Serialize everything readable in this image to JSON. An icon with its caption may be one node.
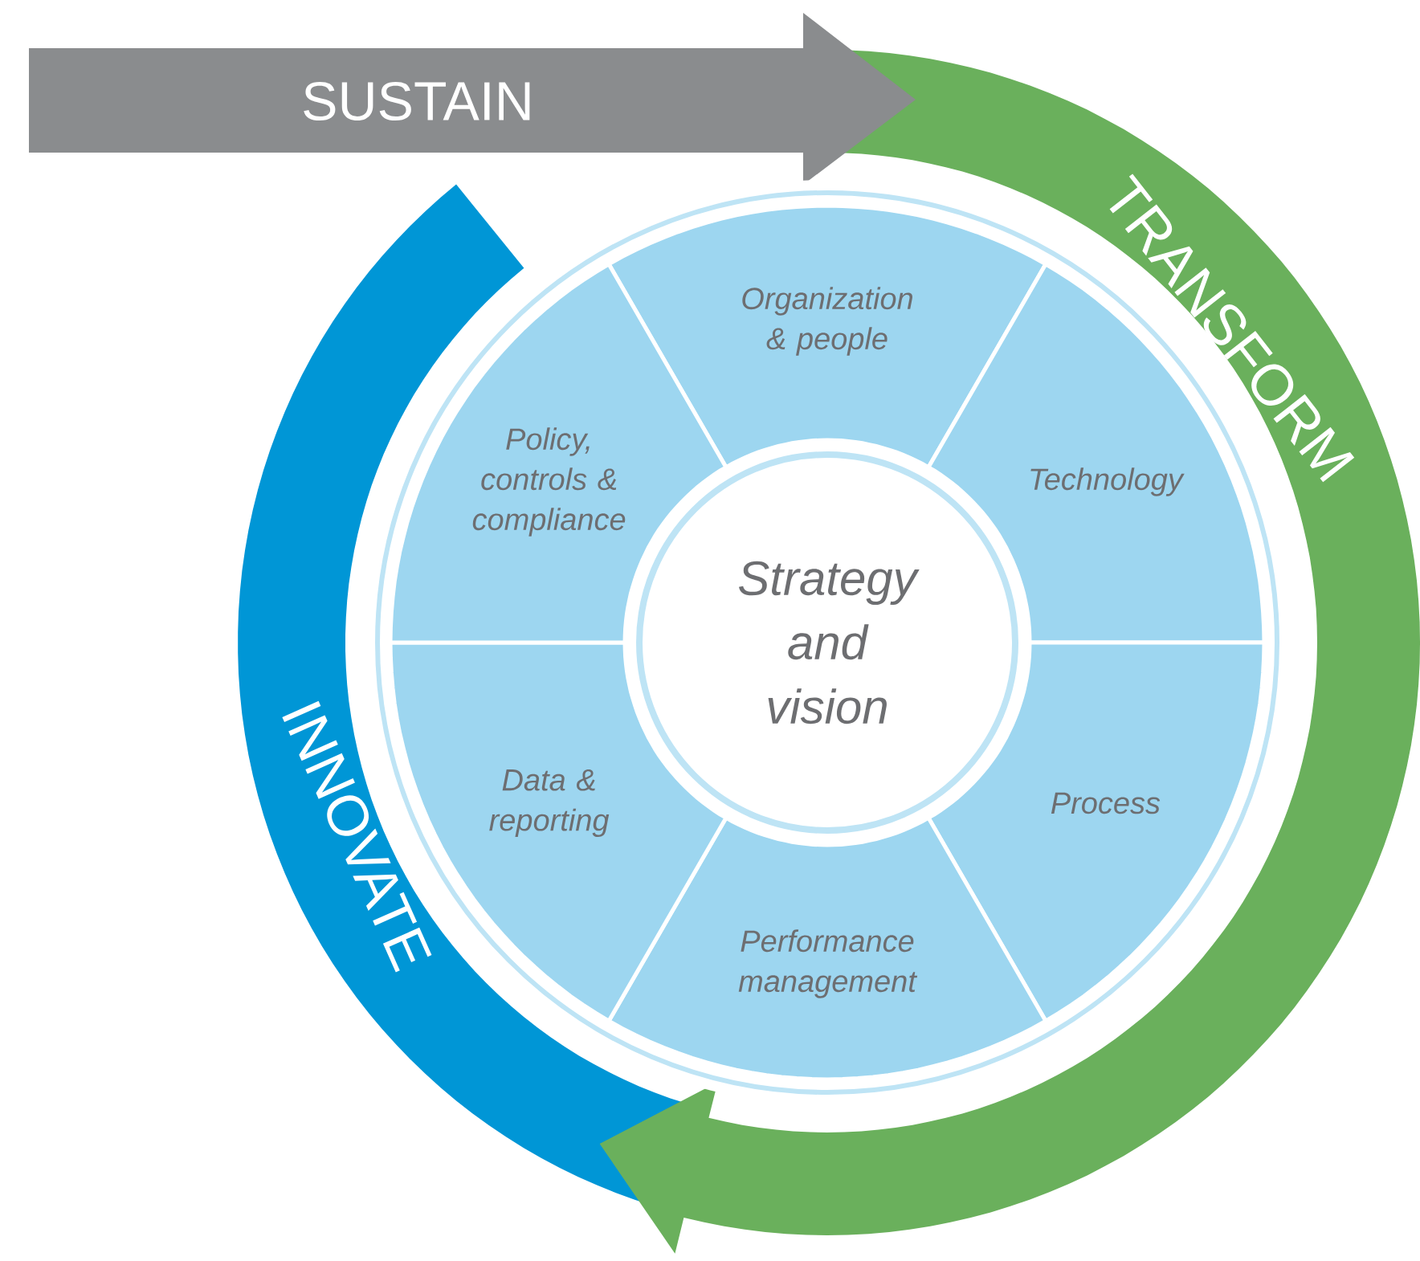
{
  "diagram": {
    "nodes": [
      {
        "text": [
          "SUSTAIN"
        ]
      },
      {
        "text": [
          "TRANSFORM"
        ]
      },
      {
        "text": [
          "INNOVATE"
        ]
      },
      {
        "text": [
          "Strategy and vision"
        ]
      },
      {
        "text": [
          "Organization & people"
        ]
      },
      {
        "text": [
          "Technology"
        ]
      },
      {
        "text": [
          "Process"
        ]
      },
      {
        "text": [
          "Performance management"
        ]
      },
      {
        "text": [
          "Data & reporting"
        ]
      },
      {
        "text": [
          "Policy, controls & compliance"
        ]
      }
    ]
  }
}
